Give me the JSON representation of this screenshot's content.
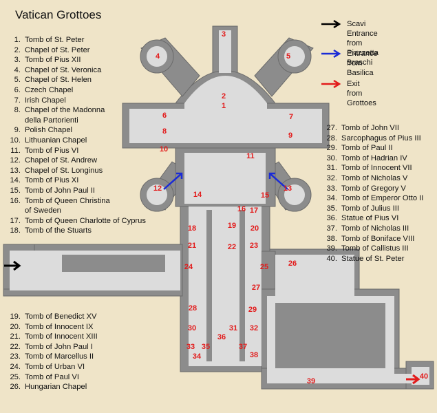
{
  "title": "Vatican Grottoes",
  "entrances": [
    {
      "label": "Scavi Entrance from\nPiazzetta Braschi",
      "color": "#000000",
      "icon": "black-arrow-icon"
    },
    {
      "label": "Entrance from\nBasilica",
      "color": "#1a2bd6",
      "icon": "blue-arrow-icon"
    },
    {
      "label": "Exit from Grottoes",
      "color": "#e21b1b",
      "icon": "red-arrow-icon"
    }
  ],
  "legend_left_top": [
    {
      "num": "1.",
      "label": "Tomb of St. Peter"
    },
    {
      "num": "2.",
      "label": "Chapel of St. Peter"
    },
    {
      "num": "3.",
      "label": "Tomb of Pius XII"
    },
    {
      "num": "4.",
      "label": "Chapel of St. Veronica"
    },
    {
      "num": "5.",
      "label": "Chapel of St. Helen"
    },
    {
      "num": "6.",
      "label": "Czech Chapel"
    },
    {
      "num": "7.",
      "label": "Irish Chapel"
    },
    {
      "num": "8.",
      "label": "Chapel of the Madonna\ndella Partorienti"
    },
    {
      "num": "9.",
      "label": "Polish Chapel"
    },
    {
      "num": "10.",
      "label": "Lithuanian Chapel"
    },
    {
      "num": "11.",
      "label": "Tomb of Pius VI"
    },
    {
      "num": "12.",
      "label": "Chapel of St. Andrew"
    },
    {
      "num": "13.",
      "label": "Chapel of St. Longinus"
    },
    {
      "num": "14.",
      "label": "Tomb of Pius XI"
    },
    {
      "num": "15.",
      "label": "Tomb of John Paul II"
    },
    {
      "num": "16.",
      "label": "Tomb of Queen Christina\n  of Sweden"
    },
    {
      "num": "17.",
      "label": "Tomb of Queen Charlotte of Cyprus"
    },
    {
      "num": "18.",
      "label": "Tomb of the Stuarts"
    }
  ],
  "legend_left_bottom": [
    {
      "num": "19.",
      "label": "Tomb of Benedict XV"
    },
    {
      "num": "20.",
      "label": "Tomb of Innocent IX"
    },
    {
      "num": "21.",
      "label": "Tomb of Innocent XIII"
    },
    {
      "num": "22.",
      "label": "Tomb of John Paul I"
    },
    {
      "num": "23.",
      "label": "Tomb of Marcellus II"
    },
    {
      "num": "24.",
      "label": "Tomb of Urban VI"
    },
    {
      "num": "25.",
      "label": "Tomb of Paul VI"
    },
    {
      "num": "26.",
      "label": "Hungarian Chapel"
    }
  ],
  "legend_right": [
    {
      "num": "27.",
      "label": "Tomb of John VII"
    },
    {
      "num": "28.",
      "label": "Sarcophagus of Pius III"
    },
    {
      "num": "29.",
      "label": "Tomb of Paul II"
    },
    {
      "num": "30.",
      "label": "Tomb of Hadrian IV"
    },
    {
      "num": "31.",
      "label": "Tomb of Innocent VII"
    },
    {
      "num": "32.",
      "label": "Tomb of Nicholas V"
    },
    {
      "num": "33.",
      "label": "Tomb of Gregory V"
    },
    {
      "num": "34.",
      "label": "Tomb of Emperor Otto II"
    },
    {
      "num": "35.",
      "label": "Tomb of Julius III"
    },
    {
      "num": "36.",
      "label": "Statue of Pius VI"
    },
    {
      "num": "37.",
      "label": "Tomb of Nicholas III"
    },
    {
      "num": "38.",
      "label": "Tomb of Boniface VIII"
    },
    {
      "num": "39.",
      "label": "Tomb of Callistus III"
    },
    {
      "num": "40.",
      "label": "Statue of St. Peter"
    }
  ],
  "map_labels": [
    "1",
    "2",
    "3",
    "4",
    "5",
    "6",
    "7",
    "8",
    "9",
    "10",
    "11",
    "12",
    "13",
    "14",
    "15",
    "16",
    "17",
    "18",
    "19",
    "20",
    "21",
    "22",
    "23",
    "24",
    "25",
    "26",
    "27",
    "28",
    "29",
    "30",
    "31",
    "32",
    "33",
    "34",
    "35",
    "36",
    "37",
    "38",
    "39",
    "40"
  ],
  "colors": {
    "background": "#efe4c8",
    "wall": "#8c8c8c",
    "floor": "#dcdcdc",
    "label": "#e21b1b",
    "entrance_black": "#000000",
    "entrance_blue": "#1a2bd6",
    "exit_red": "#e21b1b"
  }
}
